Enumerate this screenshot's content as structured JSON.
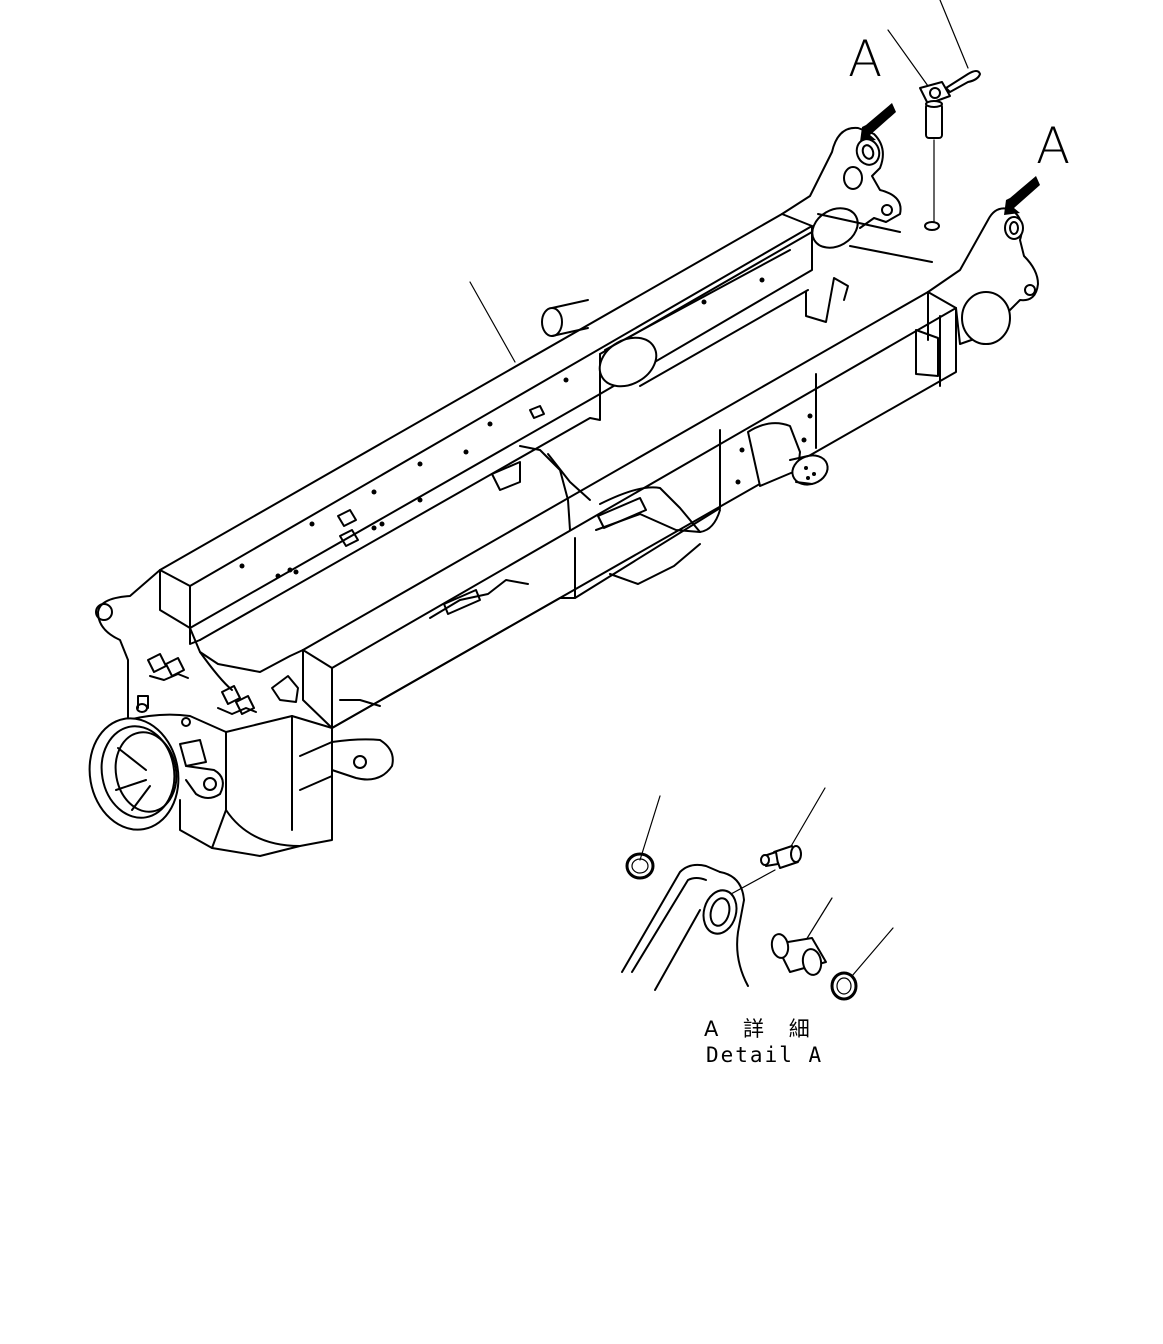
{
  "labels": {
    "view_a_1": "A",
    "view_a_2": "A",
    "detail_title_jp": "A 詳 細",
    "detail_title_en": "Detail A"
  },
  "colors": {
    "line": "#000000",
    "background": "#ffffff"
  }
}
